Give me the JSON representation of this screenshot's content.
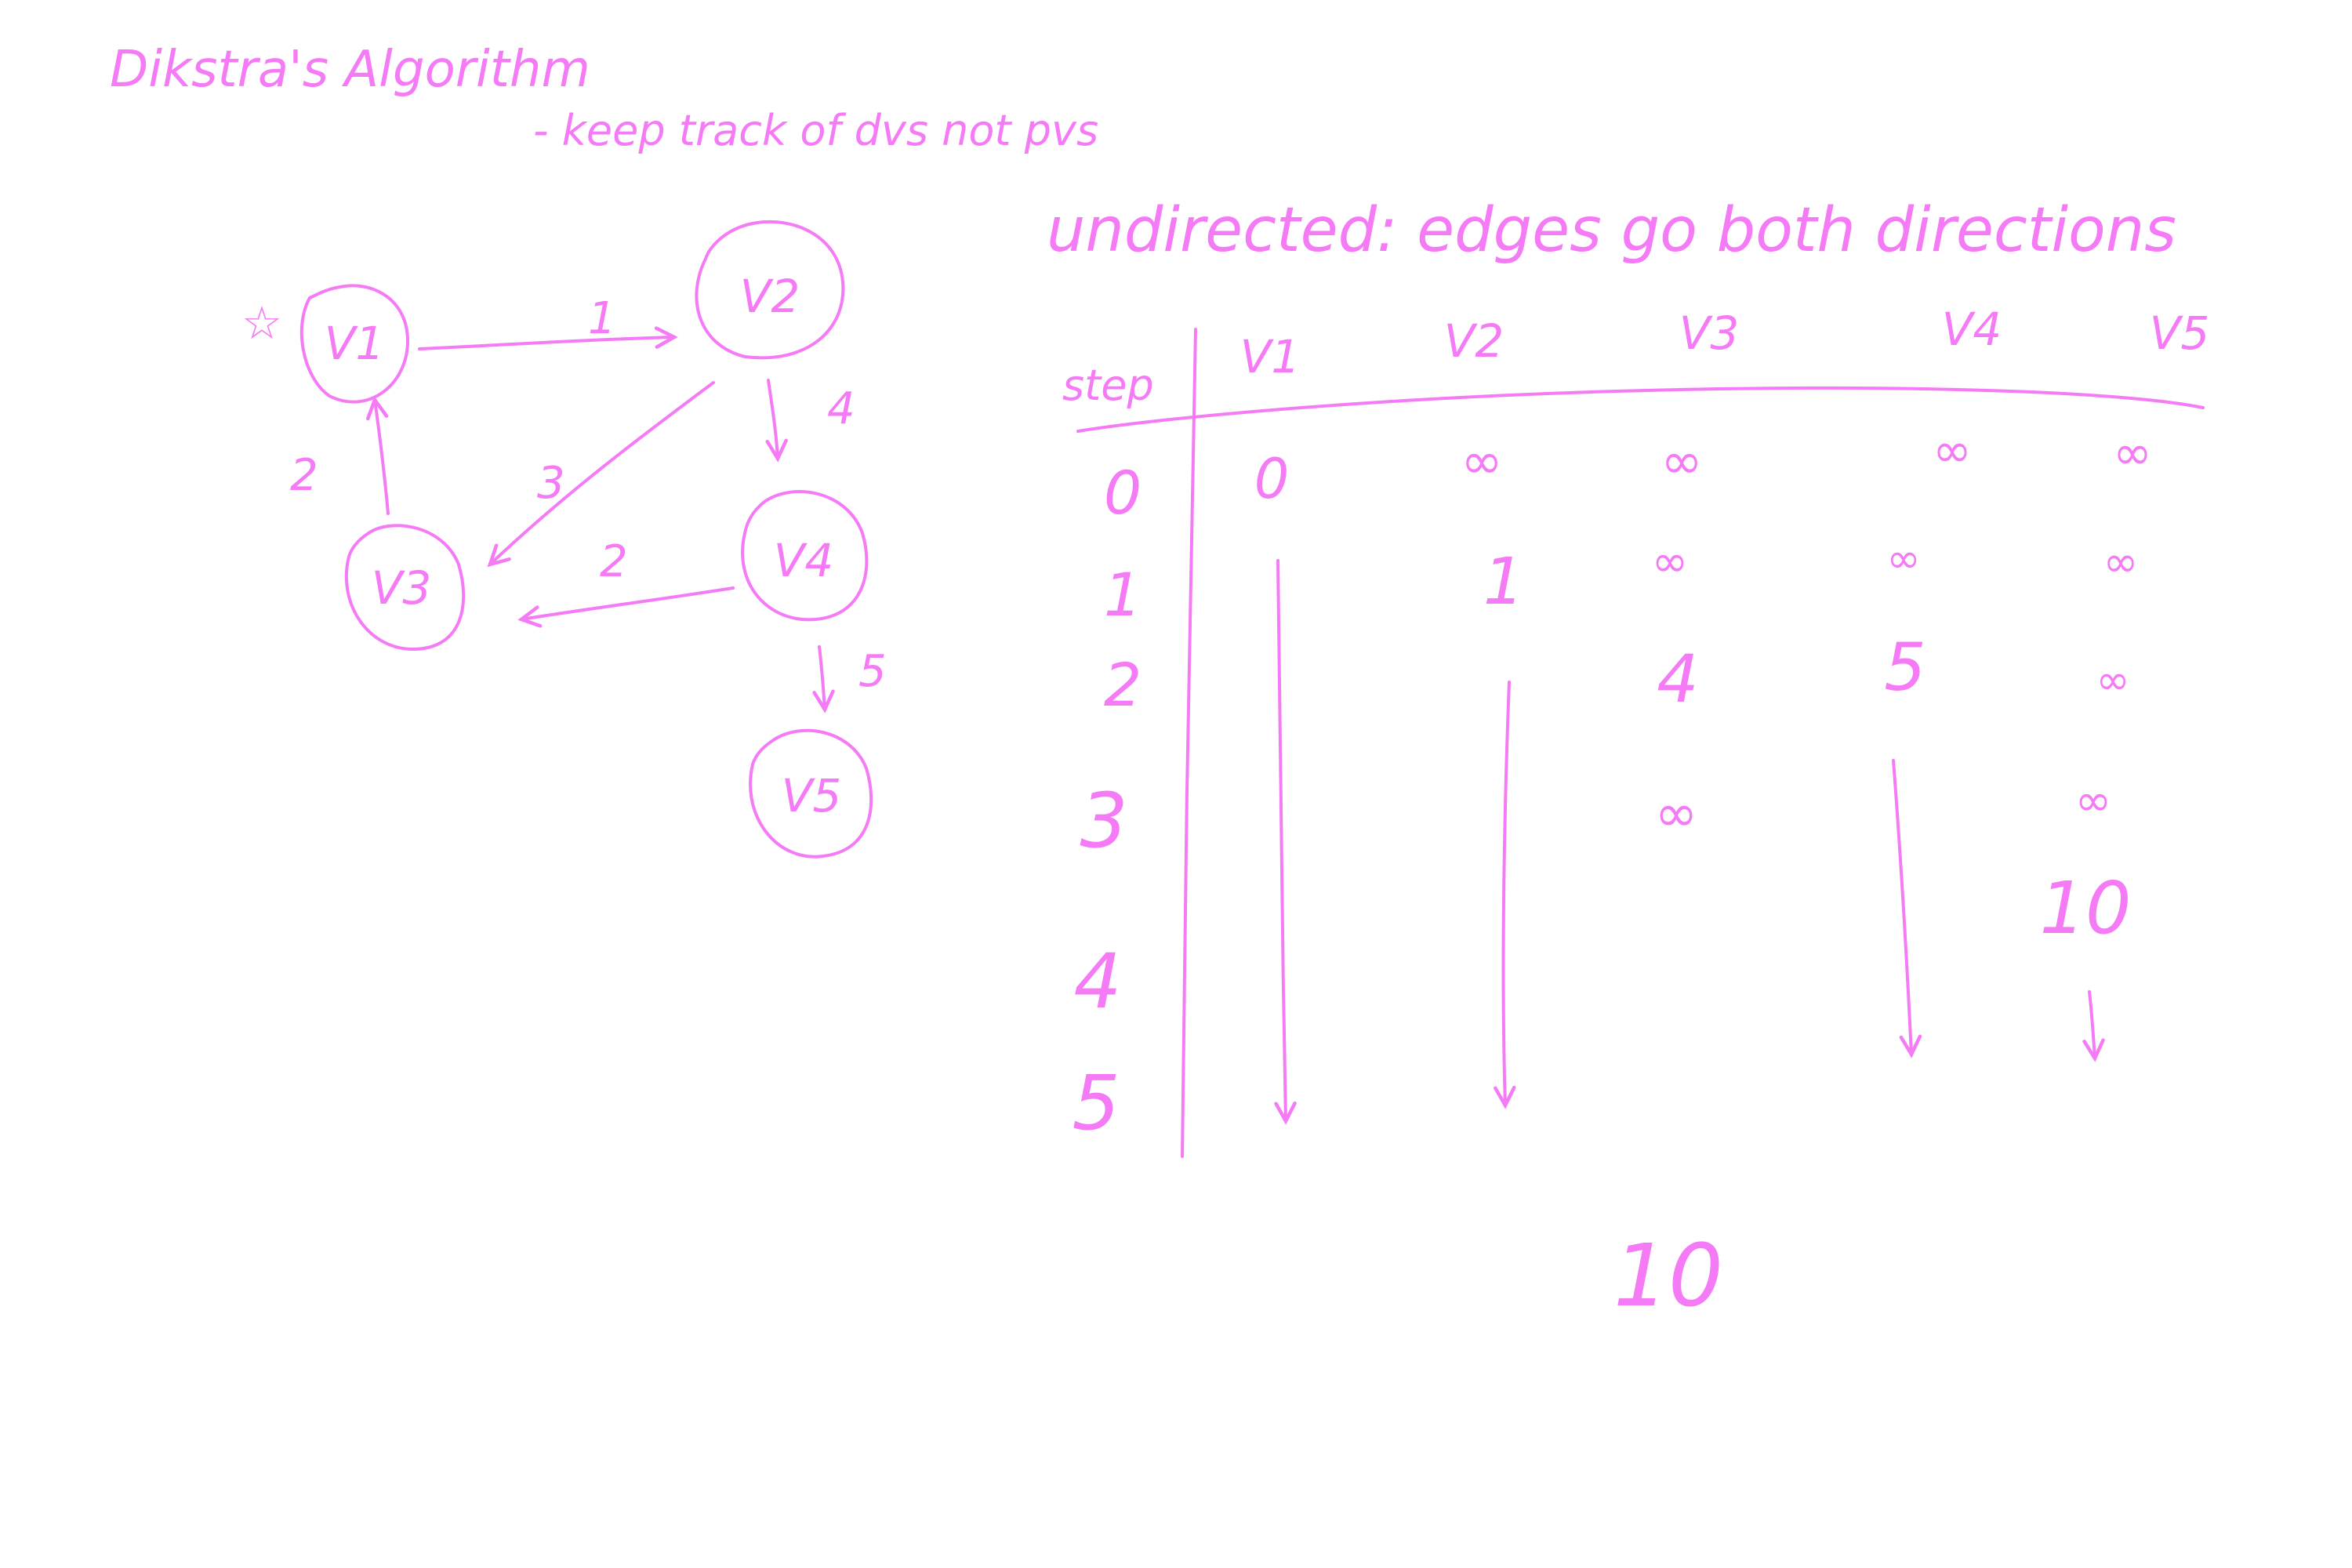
{
  "colors": {
    "ink": "#f57af5",
    "background": "#ffffff"
  },
  "notes": {
    "title": "Dikstra's Algorithm",
    "subnote": "- keep track of dvs not pvs",
    "undirected": "undirected: edges go both directions",
    "result": "10"
  },
  "graph": {
    "start_marker": "☆",
    "nodes": [
      {
        "id": "v1",
        "label": "V1"
      },
      {
        "id": "v2",
        "label": "V2"
      },
      {
        "id": "v3",
        "label": "V3"
      },
      {
        "id": "v4",
        "label": "V4"
      },
      {
        "id": "v5",
        "label": "V5"
      }
    ],
    "edges": [
      {
        "from": "V1",
        "to": "V2",
        "weight": "1"
      },
      {
        "from": "V3",
        "to": "V1",
        "weight": "2"
      },
      {
        "from": "V2",
        "to": "V3",
        "weight": "3"
      },
      {
        "from": "V2",
        "to": "V4",
        "weight": "4"
      },
      {
        "from": "V4",
        "to": "V3",
        "weight": "2"
      },
      {
        "from": "V4",
        "to": "V5",
        "weight": "5"
      }
    ]
  },
  "table": {
    "step_header": "step",
    "columns": [
      "V1",
      "V2",
      "V3",
      "V4",
      "V5"
    ],
    "steps": [
      "0",
      "1",
      "2",
      "3",
      "4",
      "5"
    ],
    "cells": {
      "r0": [
        "0",
        "∞",
        "∞",
        "∞",
        "∞"
      ],
      "r1": [
        "1",
        "∞",
        "∞",
        "∞"
      ],
      "r2": [
        "4",
        "5",
        "∞"
      ],
      "r3": [
        "∞",
        "∞"
      ],
      "r4": [
        "10"
      ]
    }
  }
}
